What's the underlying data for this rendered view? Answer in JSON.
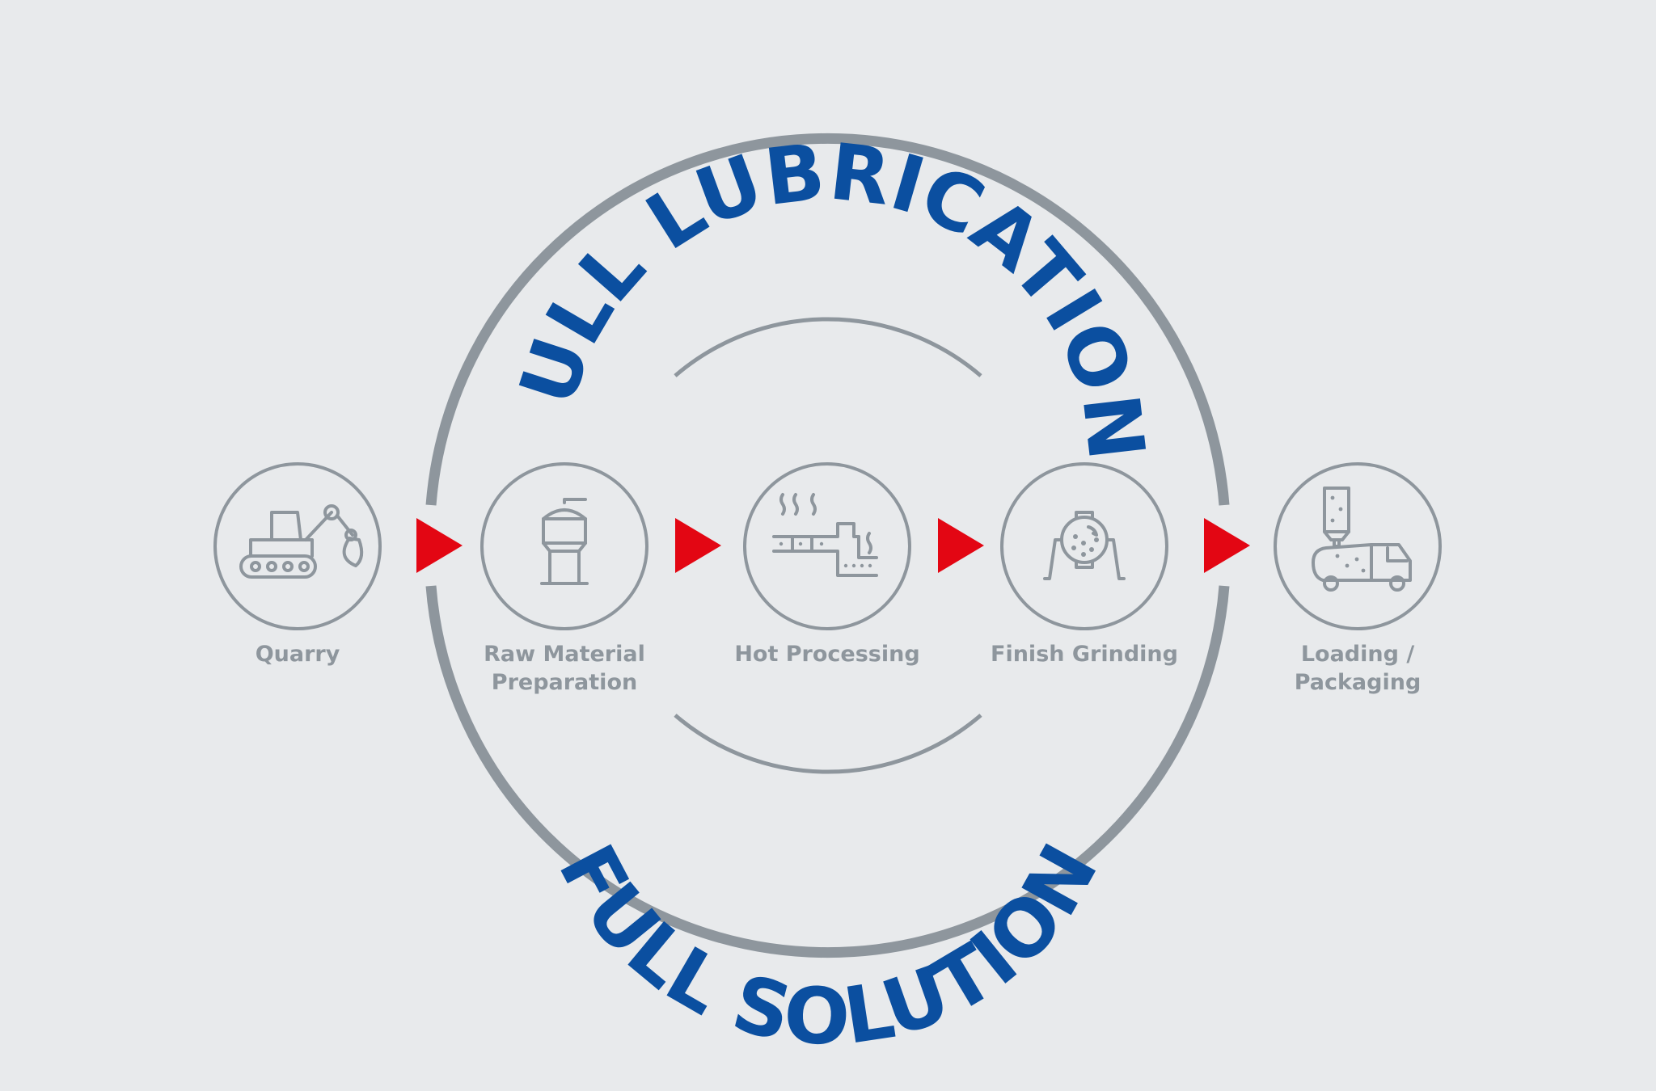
{
  "title_top": "FULL LUBRICATION",
  "title_bottom": "FULL SOLUTION",
  "steps": [
    {
      "label": [
        "Quarry"
      ],
      "icon": "excavator-icon"
    },
    {
      "label": [
        "Raw Material",
        "Preparation"
      ],
      "icon": "silo-icon"
    },
    {
      "label": [
        "Hot Processing"
      ],
      "icon": "kiln-icon"
    },
    {
      "label": [
        "Finish Grinding"
      ],
      "icon": "ball-mill-icon"
    },
    {
      "label": [
        "Loading /",
        "Packaging"
      ],
      "icon": "loading-truck-icon"
    }
  ],
  "colors": {
    "background": "#e8eaec",
    "ring": "#8e969d",
    "title": "#0b4fa0",
    "arrow": "#e30613",
    "icon": "#8e969d"
  }
}
